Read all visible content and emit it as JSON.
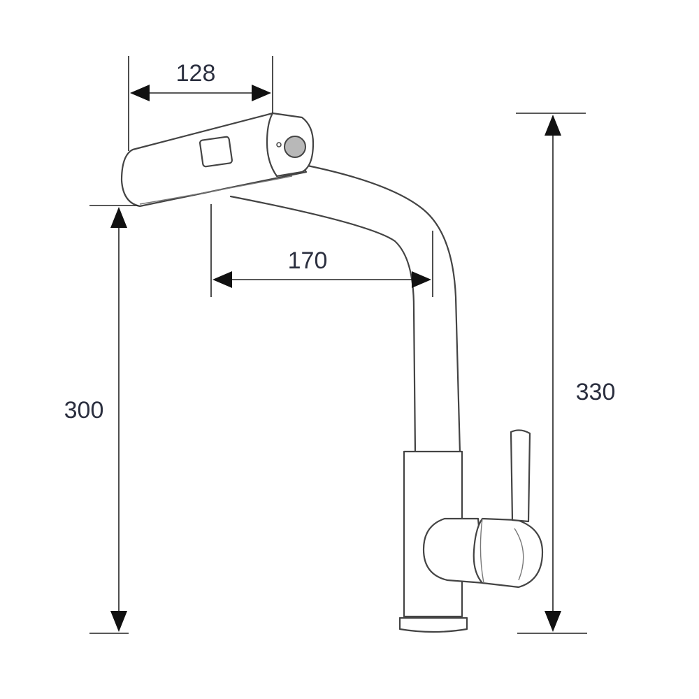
{
  "dimensions": {
    "spout_head_length": "128",
    "spout_reach": "170",
    "spout_height": "300",
    "overall_height": "330"
  }
}
